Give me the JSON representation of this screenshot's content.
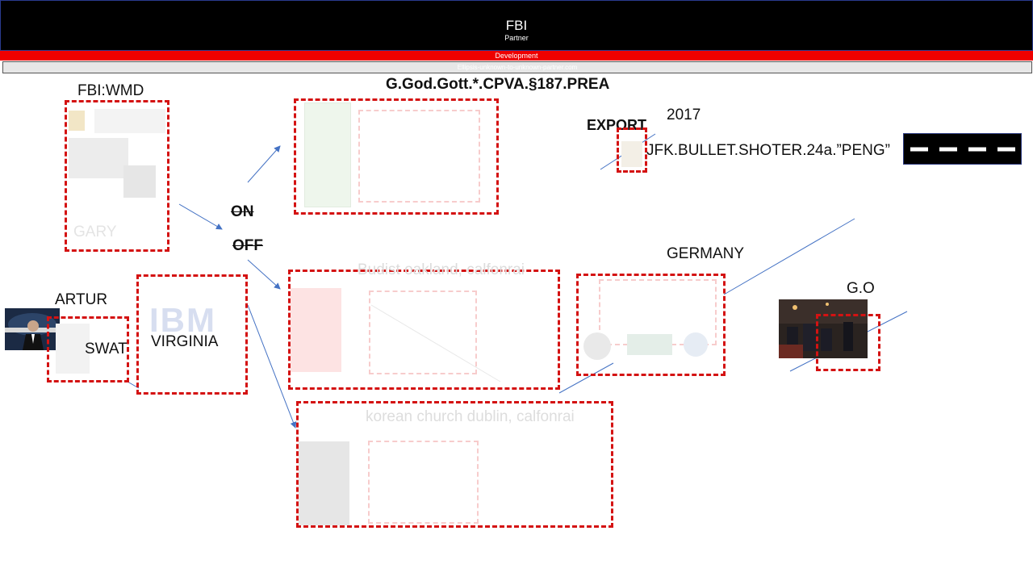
{
  "header": {
    "title": "FBI",
    "subtitle": "Partner",
    "ribbon": "Development",
    "subribbon": "Ellipsis-unknown-to-unknown-partner.com"
  },
  "labels": {
    "fbi_wmd": "FBI:WMD",
    "gary": "GARY",
    "god_title": "G.God.Gott.*.CPVA.§187.PREA",
    "export": "EXPORT",
    "year": "2017",
    "jfk": "JFK.BULLET.SHOTER.24a.”PENG”",
    "on": "ON",
    "off": "OFF",
    "artur": "ARTUR",
    "swat": "SWAT",
    "virginia": "VIRGINIA",
    "ibm": "IBM",
    "budist": "Budist oakland, calfonrai",
    "germany": "GERMANY",
    "go": "G.O",
    "korean": "korean church dublin, calfonrai"
  },
  "colors": {
    "dash_red": "#d41212",
    "connector_blue": "#4472c4",
    "header_black": "#000000",
    "ribbon_red": "#ee0000"
  }
}
